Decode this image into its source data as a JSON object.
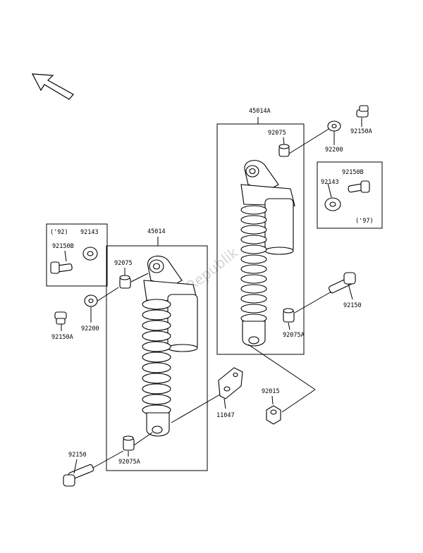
{
  "watermark": "PartsRepublik",
  "labels": {
    "left_assembly": "45014",
    "right_assembly": "45014A",
    "left_top_collar": "92075",
    "left_bottom_collar": "92075A",
    "right_top_collar": "92075",
    "right_bottom_collar": "92075A",
    "left_washer": "92200",
    "right_washer": "92200",
    "left_top_bolt": "92150A",
    "right_top_bolt": "92150A",
    "left_bottom_bolt": "92150",
    "right_bottom_bolt": "92150",
    "bracket": "11047",
    "nut": "92015",
    "left_inset_year": "('92)",
    "left_inset_cap": "92143",
    "left_inset_bolt": "92150B",
    "right_inset_bolt": "92150B",
    "right_inset_cap": "92143",
    "right_inset_year": "('97)"
  }
}
